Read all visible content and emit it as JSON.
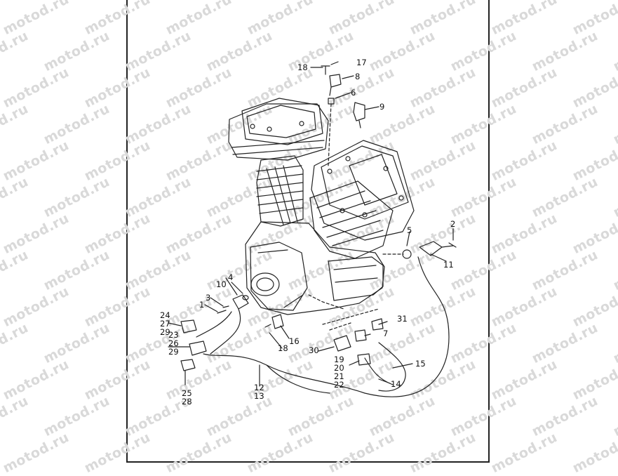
{
  "watermark": "motod.ru",
  "callouts": {
    "c1": "1",
    "c2": "2",
    "c3": "3",
    "c4": "4",
    "c5": "5",
    "c6": "6",
    "c7": "7",
    "c8": "8",
    "c9": "9",
    "c10": "10",
    "c11": "11",
    "c12_13": [
      "12",
      "13"
    ],
    "c14": "14",
    "c15": "15",
    "c16": "16",
    "c17": "17",
    "c18_top": "18",
    "c18_bottom": "18",
    "c19_22": [
      "19",
      "20",
      "21",
      "22"
    ],
    "c23_29_a": [
      "24",
      "27",
      "29"
    ],
    "c23_29_b": [
      "23",
      "26",
      "29"
    ],
    "c25_28": [
      "25",
      "28"
    ],
    "c30": "30",
    "c31": "31"
  }
}
